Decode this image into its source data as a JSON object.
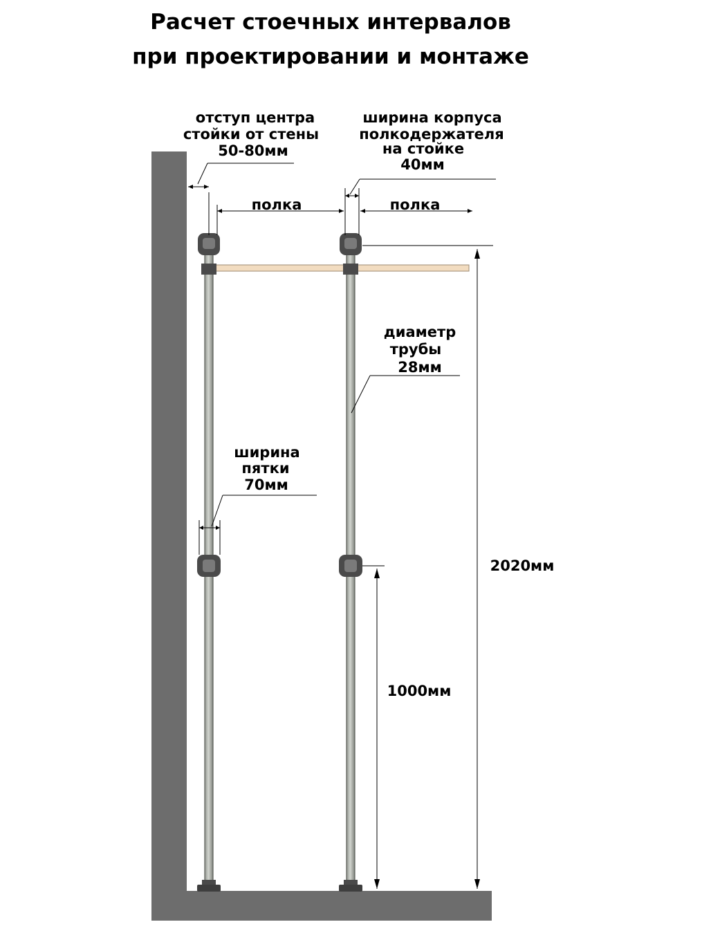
{
  "title": {
    "line1": "Расчет стоечных интервалов",
    "line2": "при проектировании и монтаже"
  },
  "labels": {
    "offset": [
      "отступ центра",
      "стойки от стены",
      "50-80мм"
    ],
    "housing": [
      "ширина  корпуса",
      "полкодержателя",
      "на стойке",
      "40мм"
    ],
    "shelf_left": "полка",
    "shelf_right": "полка",
    "pipe": [
      "диаметр",
      "трубы",
      "28мм"
    ],
    "heel": [
      "ширина",
      "пятки",
      "70мм"
    ],
    "height_total": "2020мм",
    "height_lower": "1000мм"
  },
  "colors": {
    "wall": "#6d6d6d",
    "floor": "#6d6d6d",
    "shelf": "#f2dcc0",
    "shelf_edge": "#9c8a72",
    "pipe": "#b9bdb6",
    "pipe_edge": "#5a5d58",
    "holder": "#4a4a4a",
    "holder_light": "#7a7a7a"
  }
}
